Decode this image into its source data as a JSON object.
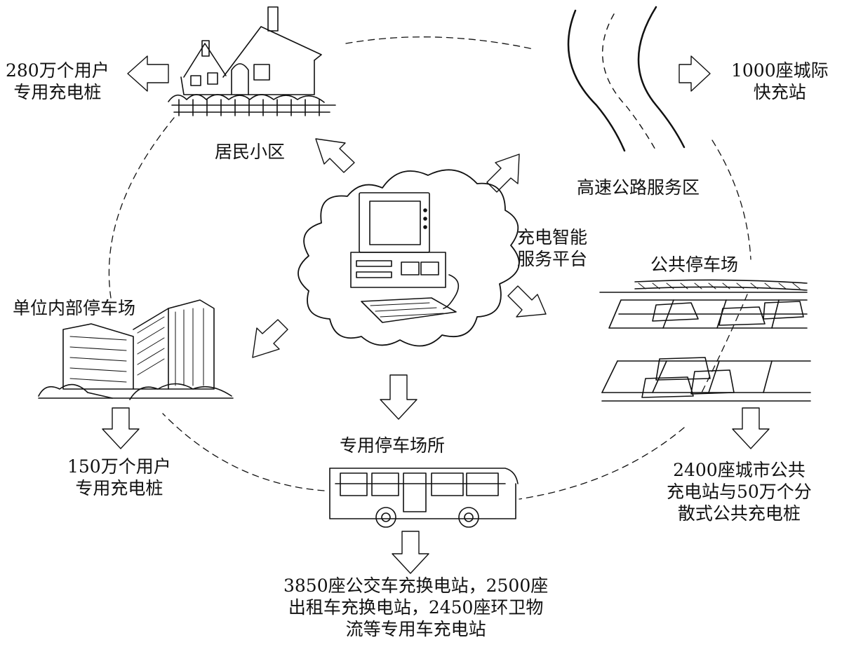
{
  "center": {
    "label_lines": [
      "充电智能",
      "服务平台"
    ]
  },
  "residential": {
    "title": "居民小区",
    "stat_lines": [
      "280万个用户",
      "专用充电桩"
    ]
  },
  "highway": {
    "title": "高速公路服务区",
    "stat_lines": [
      "1000座城际",
      "快充站"
    ]
  },
  "public_parking": {
    "title": "公共停车场",
    "stat_lines": [
      "2400座城市公共",
      "充电站与50万个分",
      "散式公共充电桩"
    ]
  },
  "dedicated_parking": {
    "title": "专用停车场所",
    "stat_lines": [
      "3850座公交车充换电站，2500座",
      "出租车充换电站，2450座环卫物",
      "流等专用车充电站"
    ]
  },
  "unit_parking": {
    "title": "单位内部停车场",
    "stat_lines": [
      "150万个用户",
      "专用充电桩"
    ]
  },
  "colors": {
    "line": "#111111",
    "background": "#ffffff"
  }
}
